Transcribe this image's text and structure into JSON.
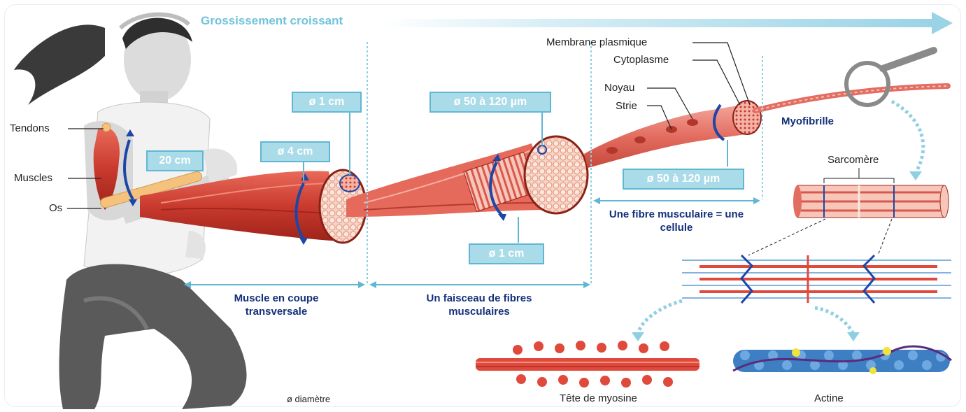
{
  "header": {
    "title": "Grossissement croissant"
  },
  "body_labels": {
    "tendons": "Tendons",
    "muscles": "Muscles",
    "os": "Os"
  },
  "measurements": {
    "arm_length": "20 cm",
    "muscle_diameter": "ø 4 cm",
    "muscle_top": "ø 1 cm",
    "bundle_diameter": "ø 50 à 120 µm",
    "bundle_length": "ø 1 cm",
    "fiber_diameter": "ø 50 à 120 µm"
  },
  "sections": {
    "muscle": "Muscle en coupe transversale",
    "bundle": "Un faisceau de fibres musculaires",
    "fiber": "Une fibre musculaire = une cellule"
  },
  "fiber_labels": {
    "membrane": "Membrane plasmique",
    "cytoplasm": "Cytoplasme",
    "nucleus": "Noyau",
    "strie": "Strie",
    "myofibril": "Myofibrille"
  },
  "sarcomere": {
    "label": "Sarcomère"
  },
  "proteins": {
    "myosin": "Tête de myosine",
    "actin": "Actine"
  },
  "legend": {
    "diameter": "ø diamètre"
  }
}
